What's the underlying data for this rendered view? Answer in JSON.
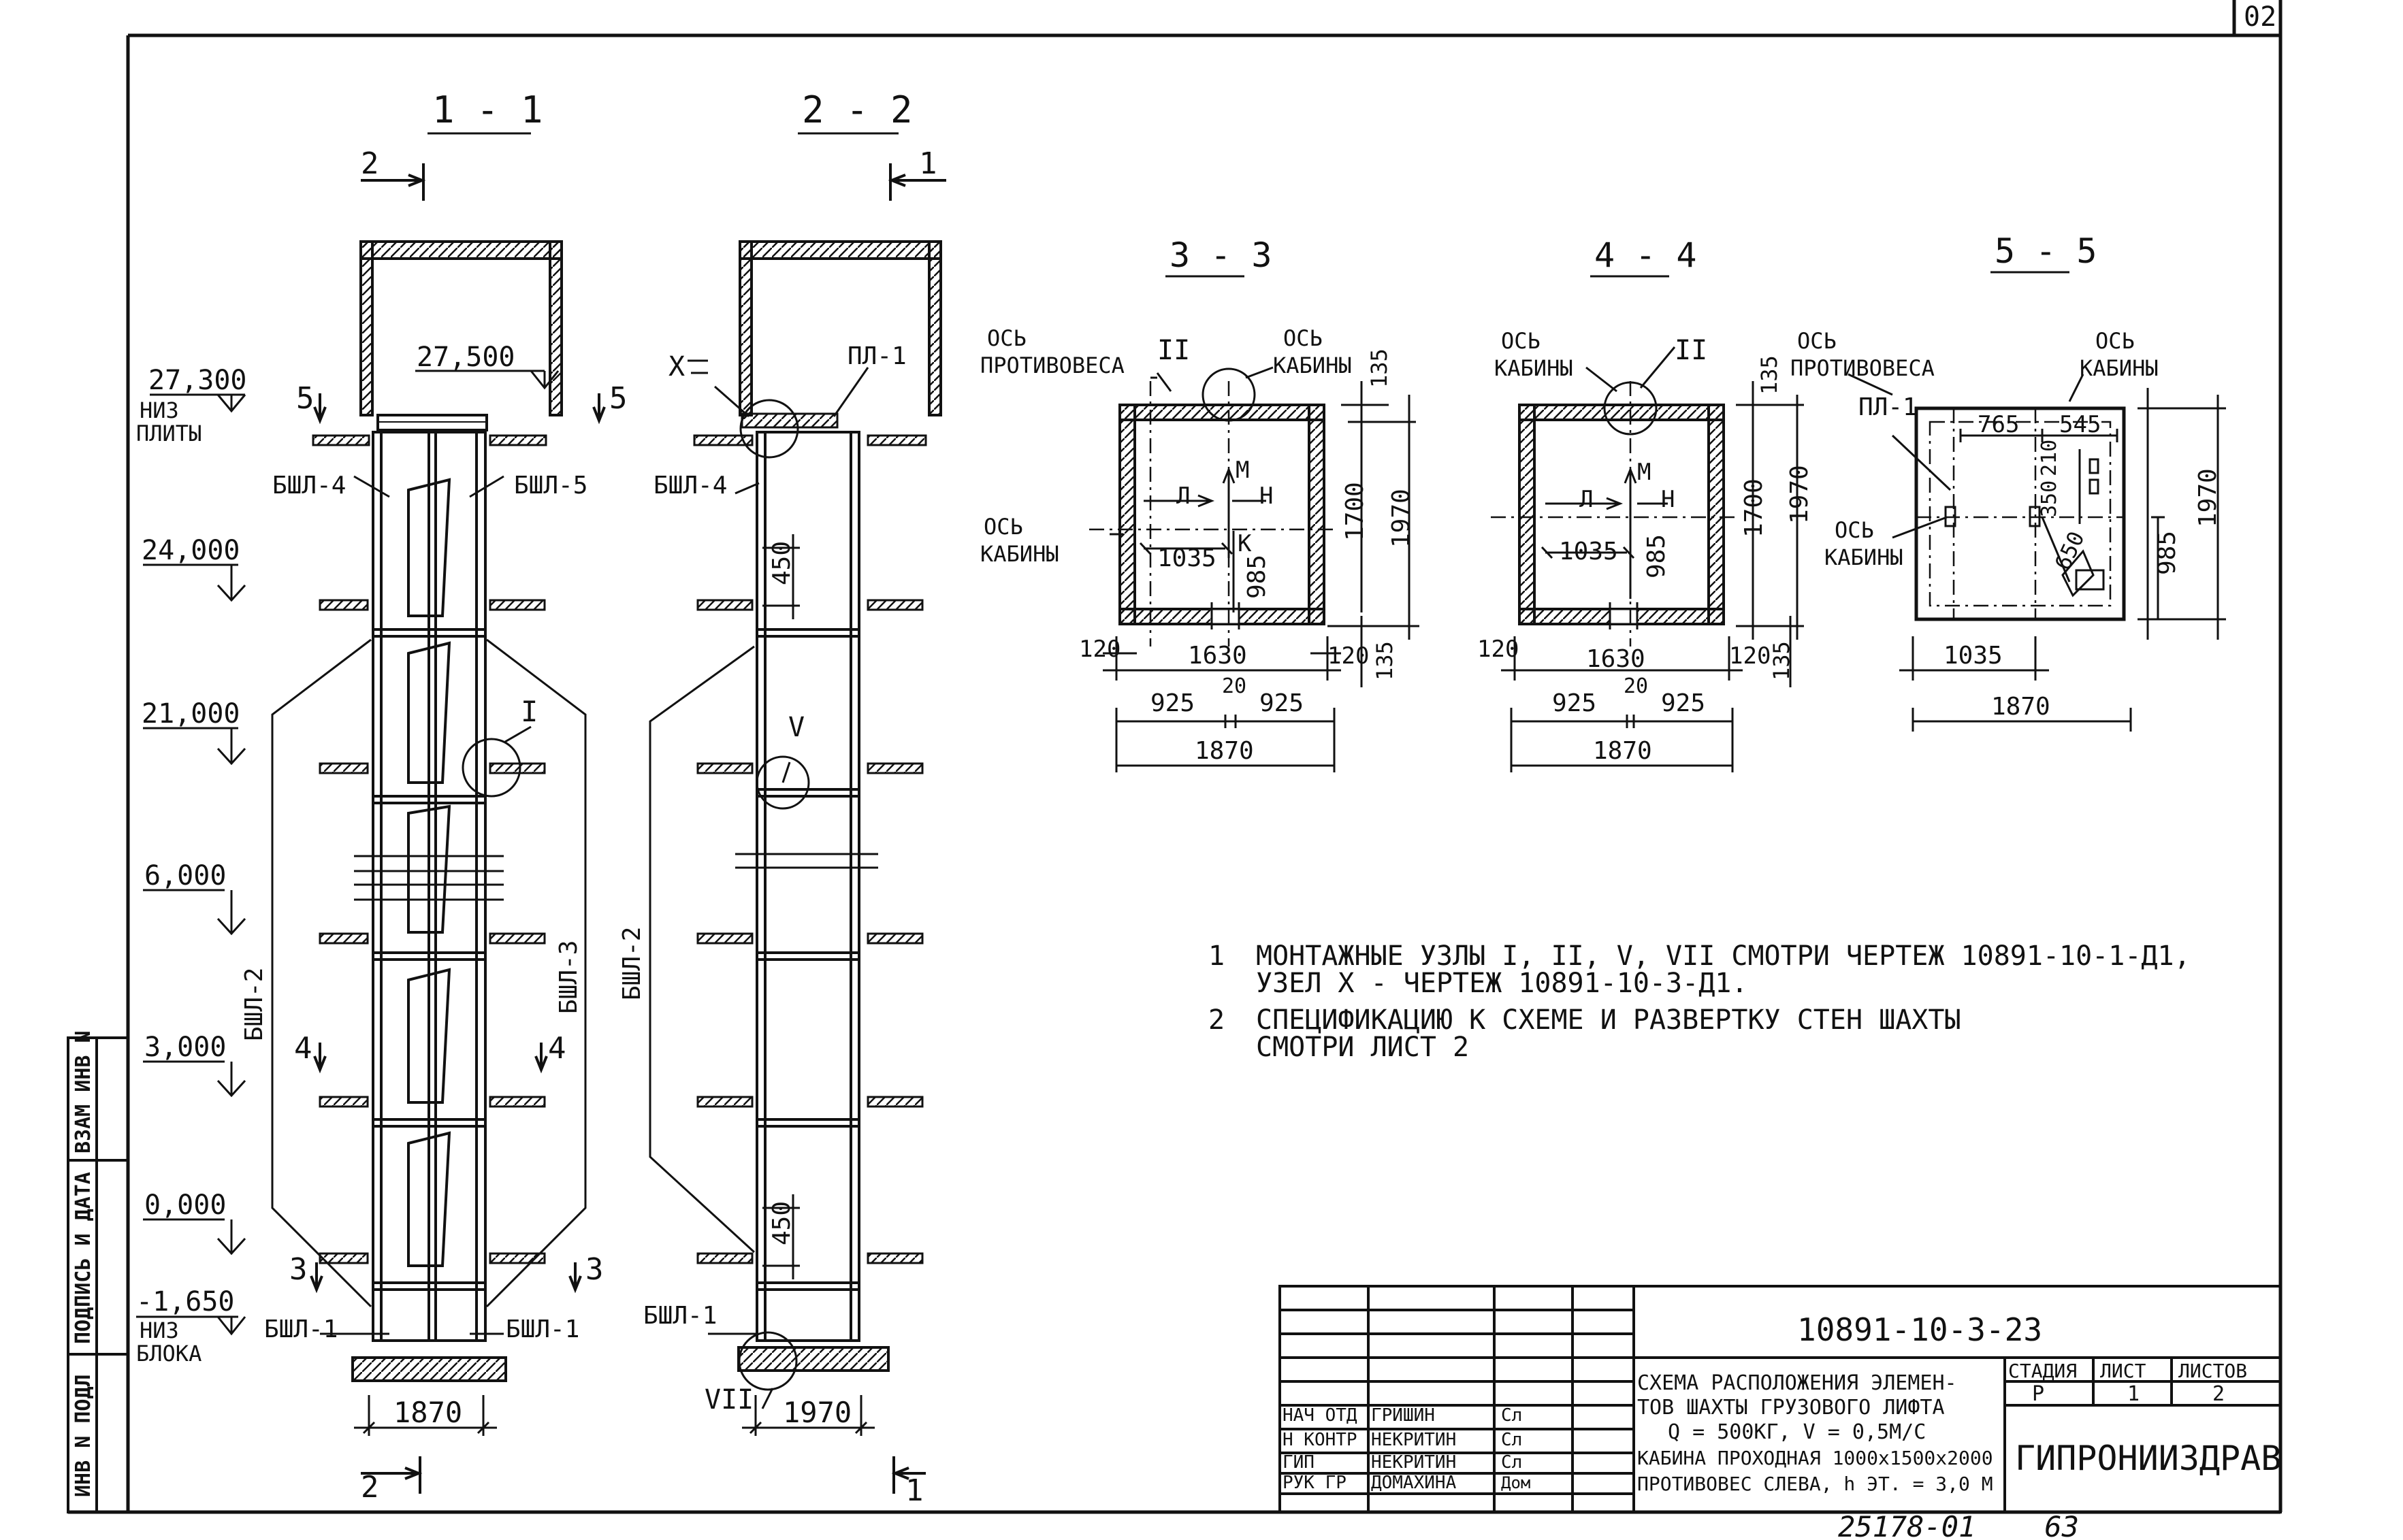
{
  "sheet_corner_number": "02",
  "sections": {
    "s11": "1 - 1",
    "s22": "2 - 2",
    "s33": "3 - 3",
    "s44": "4 - 4",
    "s55": "5 - 5"
  },
  "cut_markers": {
    "c2": "2",
    "c1": "1",
    "c5": "5",
    "c4": "4",
    "c3": "3"
  },
  "levels": [
    {
      "value": "27,300",
      "note1": "НИЗ",
      "note2": "ПЛИТЫ"
    },
    {
      "value": "24,000"
    },
    {
      "value": "21,000"
    },
    {
      "value": "6,000"
    },
    {
      "value": "3,000"
    },
    {
      "value": "0,000"
    },
    {
      "value": "-1,650",
      "note1": "НИЗ",
      "note2": "БЛОКА"
    }
  ],
  "top_level": "27,500",
  "elements": {
    "bsha4": "БШЛ-4",
    "bsha5": "БШЛ-5",
    "bsha1": "БШЛ-1",
    "bsha2": "БШЛ-2",
    "bsha3": "БШЛ-3",
    "pl1": "ПЛ-1"
  },
  "nodes": {
    "n1": "I",
    "n2": "II",
    "n5": "V",
    "n7": "VII",
    "n10": "X"
  },
  "dims": {
    "d1870": "1870",
    "d1970": "1970",
    "d450": "450",
    "d1035": "1035",
    "d985": "985",
    "d1700": "1700",
    "d135": "135",
    "d120": "120",
    "d1630": "1630",
    "d925": "925",
    "d20": "20",
    "d765": "765",
    "d545": "545",
    "d650": "650",
    "d210": "210",
    "d350": "350"
  },
  "axis_labels": {
    "os": "ОСЬ",
    "cabin": "КАБИНЫ",
    "counterweight": "ПРОТИВОВЕСА"
  },
  "letters": {
    "L": "Л",
    "M": "М",
    "N": "Н",
    "K": "К"
  },
  "notes": [
    {
      "num": "1",
      "line1": "МОНТАЖНЫЕ УЗЛЫ I, II, V, VII  СМОТРИ ЧЕРТЕЖ  10891-10-1-Д1,",
      "line2": "УЗЕЛ X - ЧЕРТЕЖ  10891-10-3-Д1."
    },
    {
      "num": "2",
      "line1": "СПЕЦИФИКАЦИЮ   К СХЕМЕ  И РАЗВЕРТКУ СТЕН ШАХТЫ",
      "line2": "СМОТРИ ЛИСТ 2"
    }
  ],
  "title_block": {
    "doc_code": "10891-10-3-23",
    "title_lines": [
      "СХЕМА РАСПОЛОЖЕНИЯ ЭЛЕМЕН-",
      "ТОВ ШАХТЫ ГРУЗОВОГО ЛИФТА",
      "Q = 500КГ, V = 0,5М/С",
      "КАБИНА ПРОХОДНАЯ 1000х1500х2000",
      "ПРОТИВОВЕС СЛЕВА, h ЭТ. = 3,0 М"
    ],
    "stage_header": "СТАДИЯ",
    "sheet_header": "ЛИСТ",
    "sheets_header": "ЛИСТОВ",
    "stage": "Р",
    "sheet": "1",
    "sheets": "2",
    "org": "ГИПРОНИИЗДРАВ",
    "roles": [
      {
        "role": "НАЧ ОТД",
        "name": "ГРИШИН",
        "sign": "Сл"
      },
      {
        "role": "Н КОНТР",
        "name": "НЕКРИТИН",
        "sign": "Сл"
      },
      {
        "role": "ГИП",
        "name": "НЕКРИТИН",
        "sign": "Сл"
      },
      {
        "role": "РУК ГР",
        "name": "ДОМАХИНА",
        "sign": "Дом"
      }
    ]
  },
  "side_stamp": {
    "inv_orig": "ИНВ N ПОДЛ",
    "sign_date": "ПОДПИСЬ И ДАТА",
    "inv_replace": "ВЗАМ ИНВ N"
  },
  "bottom_number": "25178-01    63"
}
